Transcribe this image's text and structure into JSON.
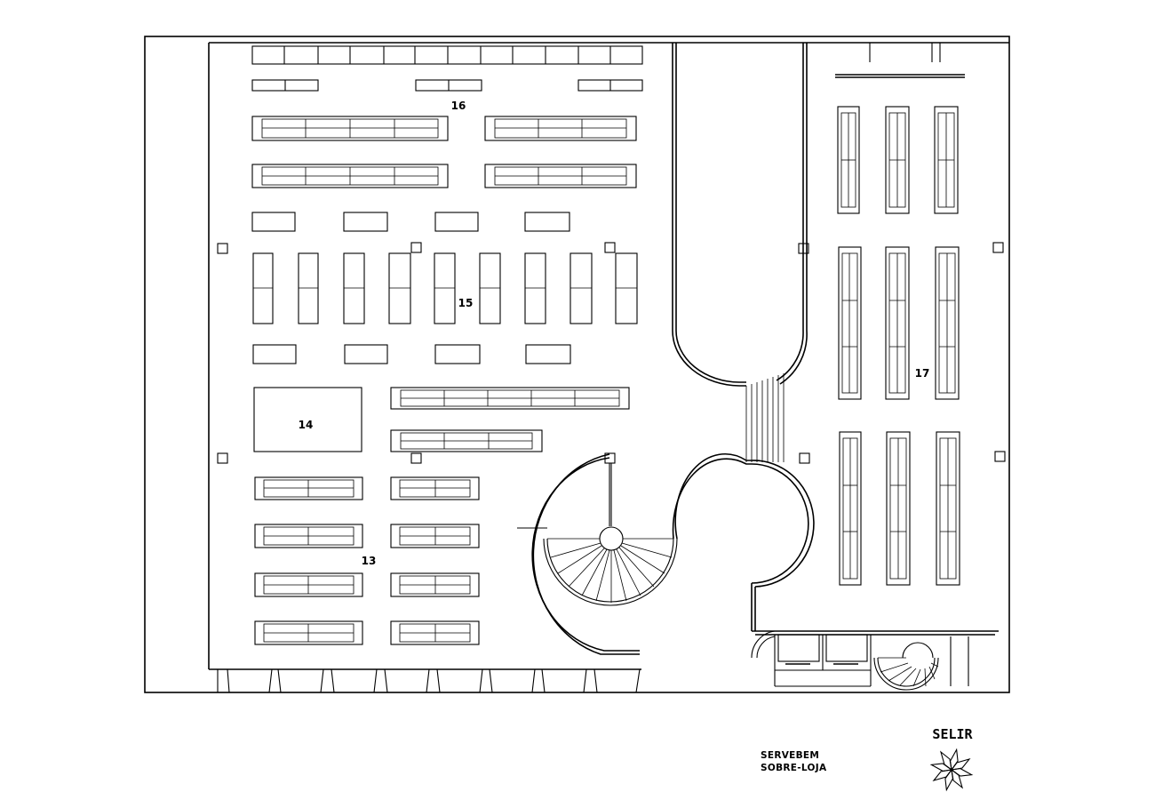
{
  "zones": [
    {
      "id": "zone-13",
      "label": "13"
    },
    {
      "id": "zone-14",
      "label": "14"
    },
    {
      "id": "zone-15",
      "label": "15"
    },
    {
      "id": "zone-16",
      "label": "16"
    },
    {
      "id": "zone-17",
      "label": "17"
    }
  ],
  "caption": {
    "line1": "SERVEBEM",
    "line2": "SOBRE-LOJA"
  },
  "logo": {
    "text": "SELIR",
    "icon": "pinwheel-logo-icon"
  }
}
